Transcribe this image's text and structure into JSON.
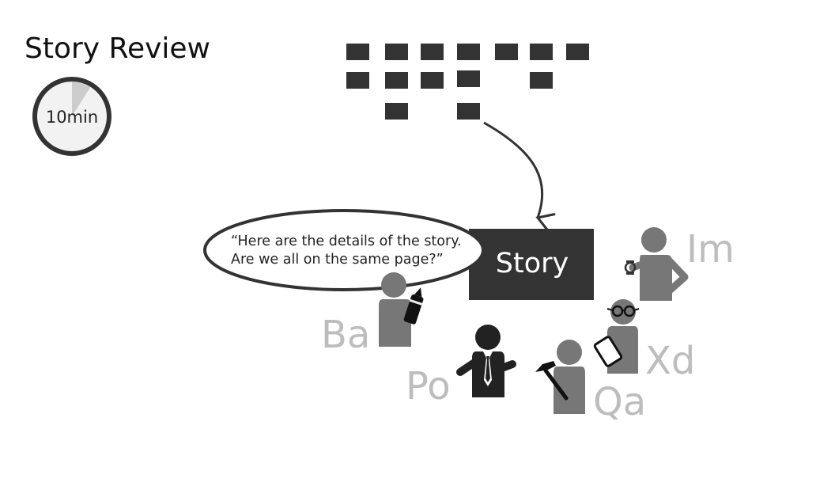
{
  "header": {
    "title": "Story Review",
    "timer_label": "10min",
    "timer_elapsed_fraction": 0.09
  },
  "story_card": {
    "label": "Story"
  },
  "speech_bubble": {
    "lines": [
      "“Here are the details of the story.",
      "Are we all on the same page?”"
    ]
  },
  "backlog": {
    "rows": [
      7,
      5,
      2
    ]
  },
  "participants": [
    {
      "label": "Im",
      "role": "im",
      "prop": "watch-icon"
    },
    {
      "label": "Ba",
      "role": "ba",
      "prop": "marker-icon"
    },
    {
      "label": "Po",
      "role": "po",
      "prop": "tie-icon"
    },
    {
      "label": "Qa",
      "role": "qa",
      "prop": "hammer-icon"
    },
    {
      "label": "Xd",
      "role": "xd",
      "prop": "tablet-icon"
    }
  ],
  "colors": {
    "dark": "#333333",
    "person_gray": "#777777",
    "label_gray": "#bdbdbd",
    "po_black": "#222222",
    "timer_fill": "#f2f2f2",
    "timer_wedge": "#cccccc"
  }
}
